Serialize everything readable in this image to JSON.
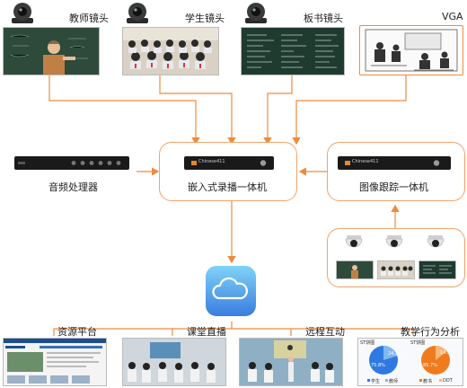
{
  "inputs": {
    "teacher_cam": "教师镜头",
    "student_cam": "学生镜头",
    "board_cam": "板书镜头",
    "vga": "VGA"
  },
  "center": {
    "recorder": "嵌入式录播一体机",
    "audio": "音频处理器",
    "tracker": "图像跟踪一体机",
    "recorder_brand": "Chinese411",
    "tracker_brand": "Chinese411"
  },
  "outputs": {
    "resource": "资源平台",
    "live": "课堂直播",
    "remote": "远程互动",
    "analysis": "教学行为分析"
  },
  "analysis_panel": {
    "left_title": "ST饼图",
    "right_title": "ST饼图",
    "left_pcts": [
      "24.2%",
      "75.8%"
    ],
    "right_pcts": [
      "14.2%",
      "85.7%"
    ],
    "left_legend": [
      "学生",
      "教师"
    ],
    "right_legend": [
      "教书",
      "DDT"
    ]
  },
  "colors": {
    "line": "#f08a3c",
    "box": "#f0a46a",
    "cloud_top": "#7fd3f7",
    "cloud_bottom": "#3a7de0"
  }
}
